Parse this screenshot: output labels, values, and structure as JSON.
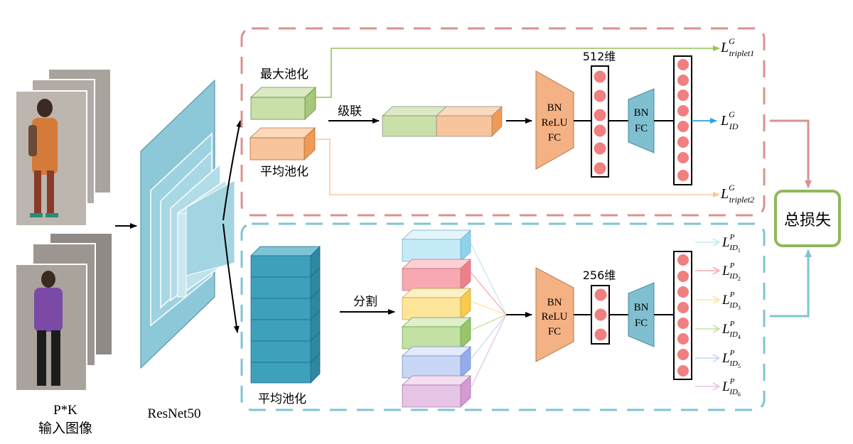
{
  "input": {
    "label_line1": "P*K",
    "label_line2": "输入图像"
  },
  "backbone": {
    "label": "ResNet50"
  },
  "global_branch": {
    "max_pool_label": "最大池化",
    "avg_pool_label": "平均池化",
    "concat_label": "级联",
    "block1_lines": [
      "BN",
      "ReLU",
      "FC"
    ],
    "dim_label": "512维",
    "block2_lines": [
      "BN",
      "FC"
    ],
    "outputs": [
      {
        "main": "L",
        "sup": "G",
        "sub": "triplet1"
      },
      {
        "main": "L",
        "sup": "G",
        "sub": "ID"
      },
      {
        "main": "L",
        "sup": "G",
        "sub": "triplet2"
      }
    ]
  },
  "part_branch": {
    "avg_pool_label": "平均池化",
    "split_label": "分割",
    "block1_lines": [
      "BN",
      "ReLU",
      "FC"
    ],
    "dim_label": "256维",
    "block2_lines": [
      "BN",
      "FC"
    ],
    "outputs": [
      {
        "main": "L",
        "sup": "P",
        "sub": "ID",
        "idx": "1"
      },
      {
        "main": "L",
        "sup": "P",
        "sub": "ID",
        "idx": "2"
      },
      {
        "main": "L",
        "sup": "P",
        "sub": "ID",
        "idx": "3"
      },
      {
        "main": "L",
        "sup": "P",
        "sub": "ID",
        "idx": "4"
      },
      {
        "main": "L",
        "sup": "P",
        "sub": "ID",
        "idx": "5"
      },
      {
        "main": "L",
        "sup": "P",
        "sub": "ID",
        "idx": "6"
      }
    ]
  },
  "total_loss": {
    "label": "总损失"
  },
  "colors": {
    "global_border": "#d9928f",
    "part_border": "#7fc4d3",
    "backbone": "#8cc8d8",
    "max_pool": "#c9e0a8",
    "avg_pool": "#f8c49c",
    "fc_block": "#f4b183",
    "bn_block": "#7fbfcf",
    "neuron": "#f08080",
    "total_border": "#8fb85a",
    "green_line": "#92c353",
    "blue_arrow": "#2aa3dc",
    "orange_line": "#f6c89e",
    "stripe": "#3ea0bc",
    "part_colors": [
      "#c6ebf8",
      "#f7a8b0",
      "#fde59a",
      "#c3e1a3",
      "#c9d7f7",
      "#e6c4e6"
    ]
  }
}
